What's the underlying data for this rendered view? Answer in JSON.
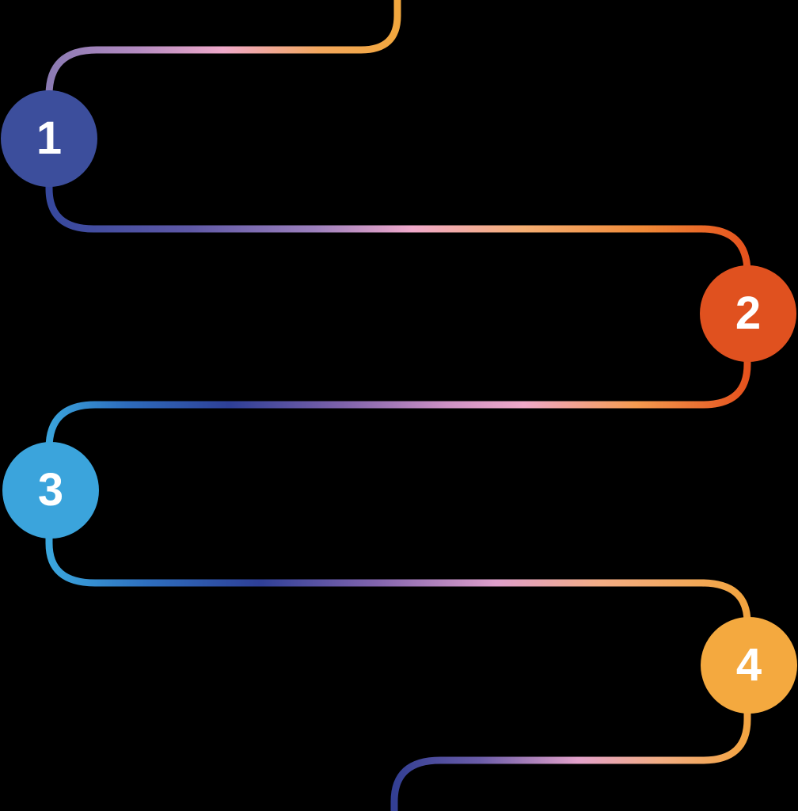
{
  "diagram": {
    "kind": "serpentine-step-timeline",
    "background_color": "#000000",
    "step_count": 4,
    "steps": [
      {
        "number": "1",
        "color": "#3C4E9C",
        "text_color": "#FFFFFF"
      },
      {
        "number": "2",
        "color": "#E0511F",
        "text_color": "#FFFFFF"
      },
      {
        "number": "3",
        "color": "#3BA4DC",
        "text_color": "#FFFFFF"
      },
      {
        "number": "4",
        "color": "#F4A93F",
        "text_color": "#FFFFFF"
      }
    ],
    "connectors": [
      {
        "name": "top-entry",
        "gradient": [
          "#8B7AB3",
          "#B38BC1",
          "#EFA9CA",
          "#F3A75C",
          "#F2A73E"
        ]
      },
      {
        "name": "step1-to-step2",
        "gradient": [
          "#36489D",
          "#5E58A6",
          "#9C80BD",
          "#F0A9CB",
          "#F5AE72",
          "#F08A38",
          "#E5521D"
        ]
      },
      {
        "name": "step2-to-step3",
        "gradient": [
          "#E5521D",
          "#F49B50",
          "#F0A9C9",
          "#CE91C5",
          "#7E62AB",
          "#2E3F97",
          "#2D6CBD",
          "#3AA4DC"
        ]
      },
      {
        "name": "step3-to-step4",
        "gradient": [
          "#3BA7DE",
          "#2E6FBF",
          "#2E3F97",
          "#8365AE",
          "#DE9FCB",
          "#F3AD85",
          "#F2A43E"
        ]
      },
      {
        "name": "bottom-exit",
        "gradient": [
          "#333F93",
          "#6A5CA8",
          "#E3A2CB",
          "#F2AD84",
          "#F3A441"
        ]
      }
    ]
  }
}
